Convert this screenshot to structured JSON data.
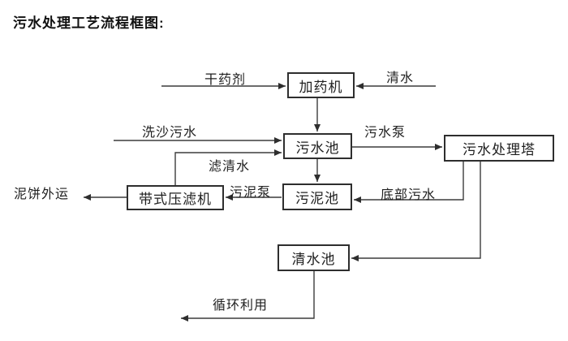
{
  "title": "污水处理工艺流程框图:",
  "colors": {
    "background": "#ffffff",
    "line": "#3c3c3c",
    "box_border": "#2e2e2e",
    "text": "#1f1f1f"
  },
  "diagram": {
    "type": "flowchart",
    "nodes": [
      {
        "id": "dosing-machine",
        "label": "加药机"
      },
      {
        "id": "sewage-pool",
        "label": "污水池"
      },
      {
        "id": "treatment-tower",
        "label": "污水处理塔"
      },
      {
        "id": "belt-filter-press",
        "label": "带式压滤机"
      },
      {
        "id": "sludge-pool",
        "label": "污泥池"
      },
      {
        "id": "clear-water-pool",
        "label": "清水池"
      }
    ],
    "edges": [
      {
        "source": "dry-agent-input",
        "target": "dosing-machine",
        "label": "干药剂"
      },
      {
        "source": "clear-water-input",
        "target": "dosing-machine",
        "label": "清水"
      },
      {
        "source": "dosing-machine",
        "target": "sewage-pool",
        "label": ""
      },
      {
        "source": "sand-wash-input",
        "target": "sewage-pool",
        "label": "洗沙污水"
      },
      {
        "source": "belt-filter-press",
        "target": "sewage-pool",
        "label": "滤清水"
      },
      {
        "source": "sewage-pool",
        "target": "treatment-tower",
        "label": "污水泵"
      },
      {
        "source": "sewage-pool",
        "target": "sludge-pool",
        "label": ""
      },
      {
        "source": "sludge-pool",
        "target": "belt-filter-press",
        "label": "污泥泵"
      },
      {
        "source": "belt-filter-press",
        "target": "mud-cake-output",
        "label": "泥饼外运"
      },
      {
        "source": "treatment-tower",
        "target": "sludge-pool",
        "label": "底部污水"
      },
      {
        "source": "treatment-tower",
        "target": "clear-water-pool",
        "label": ""
      },
      {
        "source": "clear-water-pool",
        "target": "recycle-output",
        "label": "循环利用"
      }
    ]
  }
}
